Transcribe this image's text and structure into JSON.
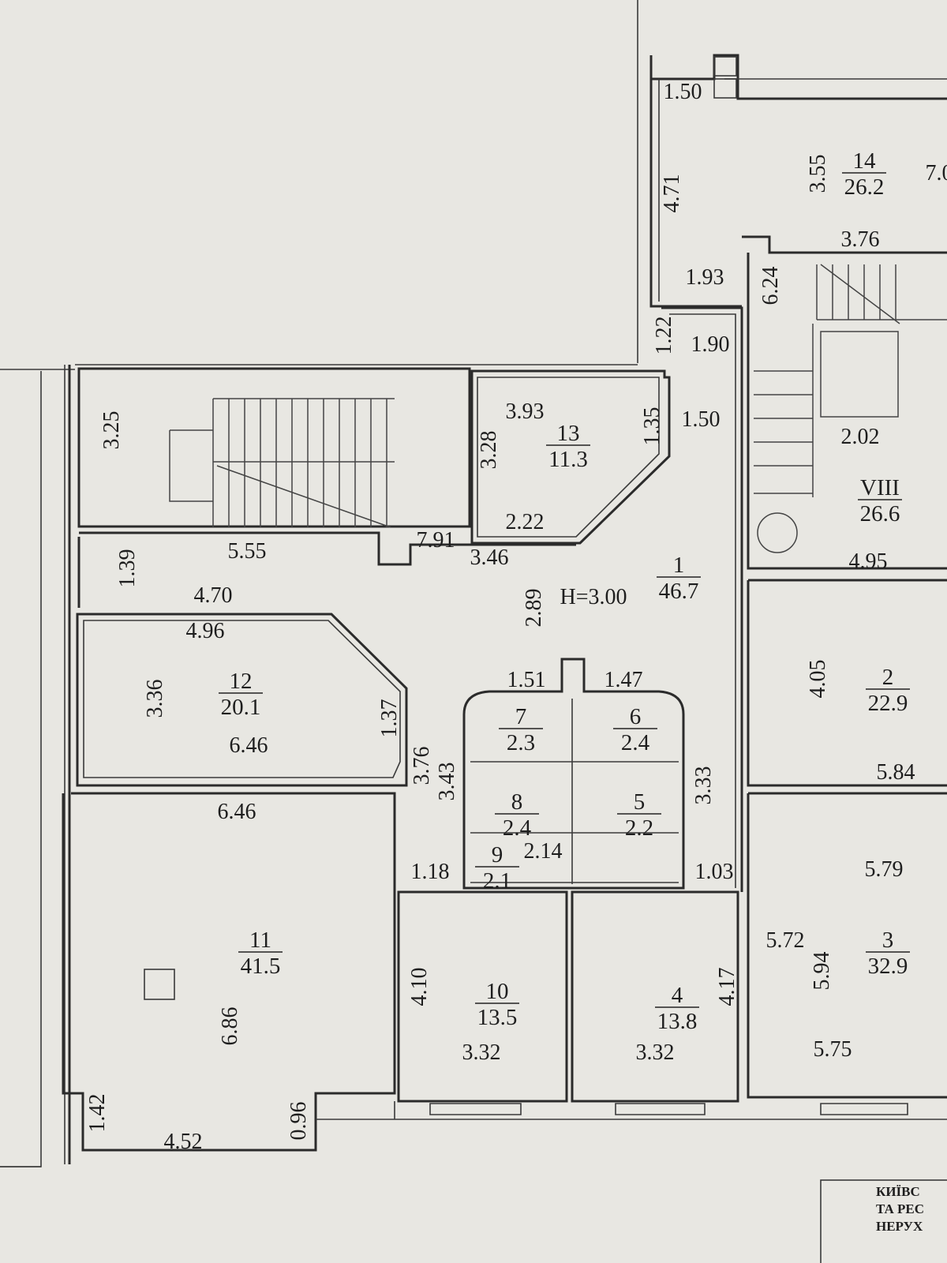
{
  "rooms": [
    {
      "id": "14",
      "area": "26.2"
    },
    {
      "id": "13",
      "area": "11.3"
    },
    {
      "id": "1",
      "area": "46.7"
    },
    {
      "id": "12",
      "area": "20.1"
    },
    {
      "id": "7",
      "area": "2.3"
    },
    {
      "id": "6",
      "area": "2.4"
    },
    {
      "id": "8",
      "area": "2.4"
    },
    {
      "id": "5",
      "area": "2.2"
    },
    {
      "id": "9",
      "area": "2.1"
    },
    {
      "id": "11",
      "area": "41.5"
    },
    {
      "id": "10",
      "area": "13.5"
    },
    {
      "id": "4",
      "area": "13.8"
    },
    {
      "id": "2",
      "area": "22.9"
    },
    {
      "id": "3",
      "area": "32.9"
    },
    {
      "id": "VIII",
      "area": "26.6"
    }
  ],
  "ceiling_height": "H=3.00",
  "dimensions": [
    "1.50",
    "4.71",
    "3.55",
    "7.0",
    "3.76",
    "1.93",
    "6.24",
    "1.22",
    "1.90",
    "3.25",
    "3.93",
    "3.28",
    "1.35",
    "1.50",
    "2.02",
    "7.91",
    "2.22",
    "5.55",
    "3.46",
    "4.95",
    "1.39",
    "4.70",
    "2.89",
    "4.96",
    "1.51",
    "1.47",
    "4.05",
    "3.36",
    "1.37",
    "6.46",
    "3.76",
    "3.43",
    "3.33",
    "5.84",
    "6.46",
    "2.14",
    "5.79",
    "1.18",
    "1.03",
    "5.72",
    "5.94",
    "4.10",
    "4.17",
    "6.86",
    "3.32",
    "3.32",
    "5.75",
    "1.42",
    "0.96",
    "4.52"
  ],
  "stamp": [
    "КИЇВС",
    "ТА РЕС",
    "НЕРУХ"
  ]
}
